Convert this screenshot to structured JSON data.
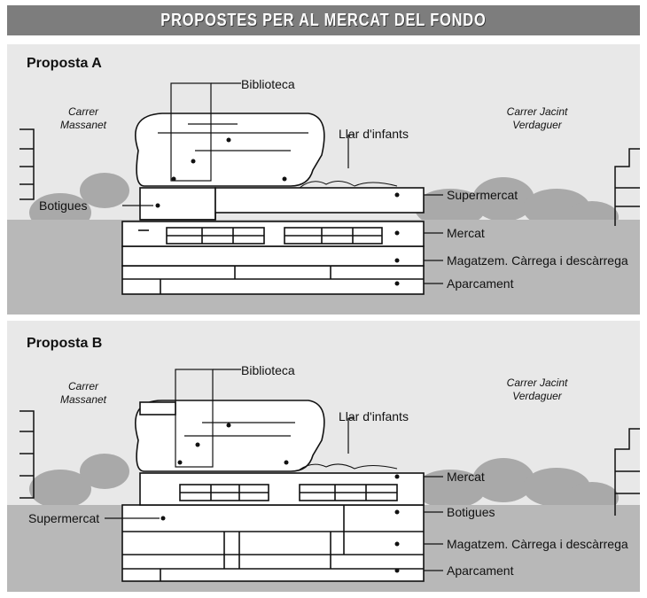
{
  "header": {
    "title": "PROPOSTES PER AL MERCAT DEL FONDO"
  },
  "colors": {
    "title_bg": "#7d7d7d",
    "sky": "#e8e8e8",
    "ground": "#b8b8b8",
    "tree": "#a9a9a9",
    "line": "#111111",
    "building_fill": "#ffffff"
  },
  "proposta_a": {
    "heading": "Proposta A",
    "street_left": [
      "Carrer",
      "Massanet"
    ],
    "street_right": [
      "Carrer Jacint",
      "Verdaguer"
    ],
    "labels": {
      "biblioteca": "Biblioteca",
      "llar": "Llar d'infants",
      "botigues": "Botigues",
      "supermercat": "Supermercat",
      "mercat": "Mercat",
      "magatzem": "Magatzem. Càrrega i descàrrega",
      "aparcament": "Aparcament"
    }
  },
  "proposta_b": {
    "heading": "Proposta B",
    "street_left": [
      "Carrer",
      "Massanet"
    ],
    "street_right": [
      "Carrer Jacint",
      "Verdaguer"
    ],
    "labels": {
      "biblioteca": "Biblioteca",
      "llar": "Llar d'infants",
      "mercat": "Mercat",
      "supermercat": "Supermercat",
      "botigues": "Botigues",
      "magatzem": "Magatzem. Càrrega i descàrrega",
      "aparcament": "Aparcament"
    }
  }
}
